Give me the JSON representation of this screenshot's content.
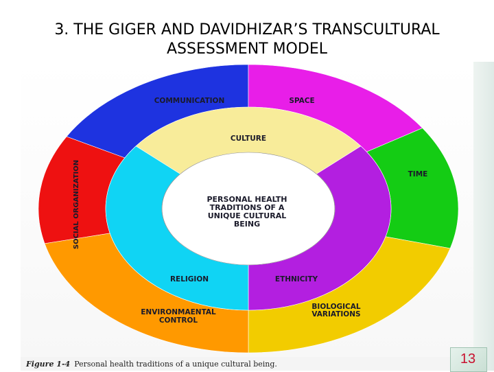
{
  "slide": {
    "title_line1": "3. THE GIGER AND DAVIDHIZAR’S TRANSCULTURAL",
    "title_line2": "ASSESSMENT MODEL",
    "page_number": "13"
  },
  "figure": {
    "caption_label": "Figure 1-4",
    "caption_text": "Personal health traditions of a unique cultural being.",
    "outer_ring": [
      {
        "label": "COMMUNICATION",
        "color": "#1e33e0"
      },
      {
        "label": "SPACE",
        "color": "#e81ee8"
      },
      {
        "label": "TIME",
        "color": "#14cc14"
      },
      {
        "label_lines": [
          "BIOLOGICAL",
          "VARIATIONS"
        ],
        "color": "#f2cc00"
      },
      {
        "label_lines": [
          "ENVIRONMAENTAL",
          "CONTROL"
        ],
        "color": "#ff9900"
      },
      {
        "label": "SOCIAL ORGANIZATION",
        "color": "#ee1111"
      }
    ],
    "inner_ring": [
      {
        "label": "CULTURE",
        "color": "#f8ec9a"
      },
      {
        "label": "ETHNICITY",
        "color": "#b31fe0"
      },
      {
        "label": "RELIGION",
        "color": "#10d4f4"
      }
    ],
    "center_lines": [
      "PERSONAL HEALTH",
      "TRADITIONS OF A",
      "UNIQUE CULTURAL",
      "BEING"
    ],
    "center_color": "#ffffff"
  }
}
